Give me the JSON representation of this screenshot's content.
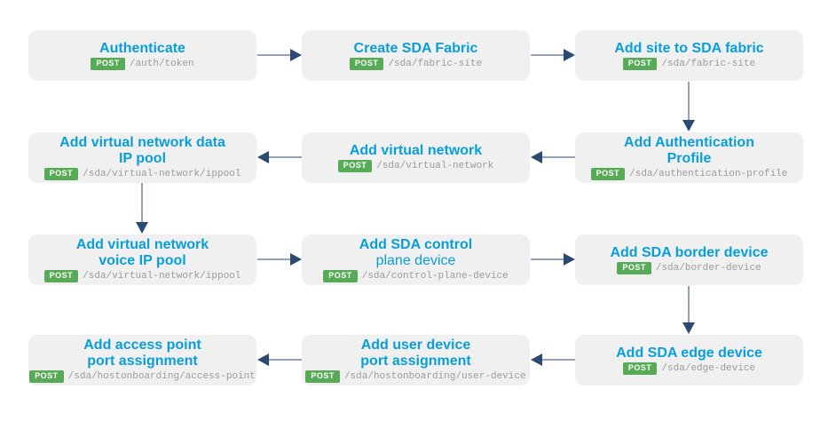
{
  "colors": {
    "background": "#ffffff",
    "box_bg": "#f0f0f1",
    "accent_blue": "#089ed9",
    "badge_green": "#57ab57",
    "path_gray": "#9b9b9b",
    "arrow_line": "#94a2b8",
    "arrow_head": "#2a4a74"
  },
  "steps": [
    {
      "id": "authenticate",
      "title_line1": "Authenticate",
      "title_line2": "",
      "method": "POST",
      "path": "/auth/token"
    },
    {
      "id": "create-sda-fabric",
      "title_line1": "Create SDA Fabric",
      "title_line2": "",
      "method": "POST",
      "path": "/sda/fabric-site"
    },
    {
      "id": "add-site-to-sda-fabric",
      "title_line1": "Add site to SDA fabric",
      "title_line2": "",
      "method": "POST",
      "path": "/sda/fabric-site"
    },
    {
      "id": "add-authentication-profile",
      "title_line1": "Add Authentication",
      "title_line2": "Profile",
      "method": "POST",
      "path": "/sda/authentication-profile"
    },
    {
      "id": "add-virtual-network",
      "title_line1": "Add virtual network",
      "title_line2": "",
      "method": "POST",
      "path": "/sda/virtual-network"
    },
    {
      "id": "add-virtual-network-data-ip-pool",
      "title_line1": "Add virtual network data",
      "title_line2": "IP pool",
      "method": "POST",
      "path": "/sda/virtual-network/ippool"
    },
    {
      "id": "add-virtual-network-voice-ip-pool",
      "title_line1": "Add virtual network",
      "title_line2": "voice IP pool",
      "method": "POST",
      "path": "/sda/virtual-network/ippool"
    },
    {
      "id": "add-sda-control-plane-device",
      "title_line1": "Add SDA control",
      "title_line2": "plane device",
      "method": "POST",
      "path": "/sda/control-plane-device"
    },
    {
      "id": "add-sda-border-device",
      "title_line1": "Add SDA border device",
      "title_line2": "",
      "method": "POST",
      "path": "/sda/border-device"
    },
    {
      "id": "add-sda-edge-device",
      "title_line1": "Add SDA edge device",
      "title_line2": "",
      "method": "POST",
      "path": "/sda/edge-device"
    },
    {
      "id": "add-user-device-port-assignment",
      "title_line1": "Add user device",
      "title_line2": "port assignment",
      "method": "POST",
      "path": "/sda/hostonboarding/user-device"
    },
    {
      "id": "add-access-point-port-assignment",
      "title_line1": "Add access point",
      "title_line2": "port assignment",
      "method": "POST",
      "path": "/sda/hostonboarding/access-point"
    }
  ],
  "connections": [
    {
      "from": "authenticate",
      "to": "create-sda-fabric",
      "direction": "right"
    },
    {
      "from": "create-sda-fabric",
      "to": "add-site-to-sda-fabric",
      "direction": "right"
    },
    {
      "from": "add-site-to-sda-fabric",
      "to": "add-authentication-profile",
      "direction": "down"
    },
    {
      "from": "add-authentication-profile",
      "to": "add-virtual-network",
      "direction": "left"
    },
    {
      "from": "add-virtual-network",
      "to": "add-virtual-network-data-ip-pool",
      "direction": "left"
    },
    {
      "from": "add-virtual-network-data-ip-pool",
      "to": "add-virtual-network-voice-ip-pool",
      "direction": "down"
    },
    {
      "from": "add-virtual-network-voice-ip-pool",
      "to": "add-sda-control-plane-device",
      "direction": "right"
    },
    {
      "from": "add-sda-control-plane-device",
      "to": "add-sda-border-device",
      "direction": "right"
    },
    {
      "from": "add-sda-border-device",
      "to": "add-sda-edge-device",
      "direction": "down"
    },
    {
      "from": "add-sda-edge-device",
      "to": "add-user-device-port-assignment",
      "direction": "left"
    },
    {
      "from": "add-user-device-port-assignment",
      "to": "add-access-point-port-assignment",
      "direction": "left"
    }
  ]
}
